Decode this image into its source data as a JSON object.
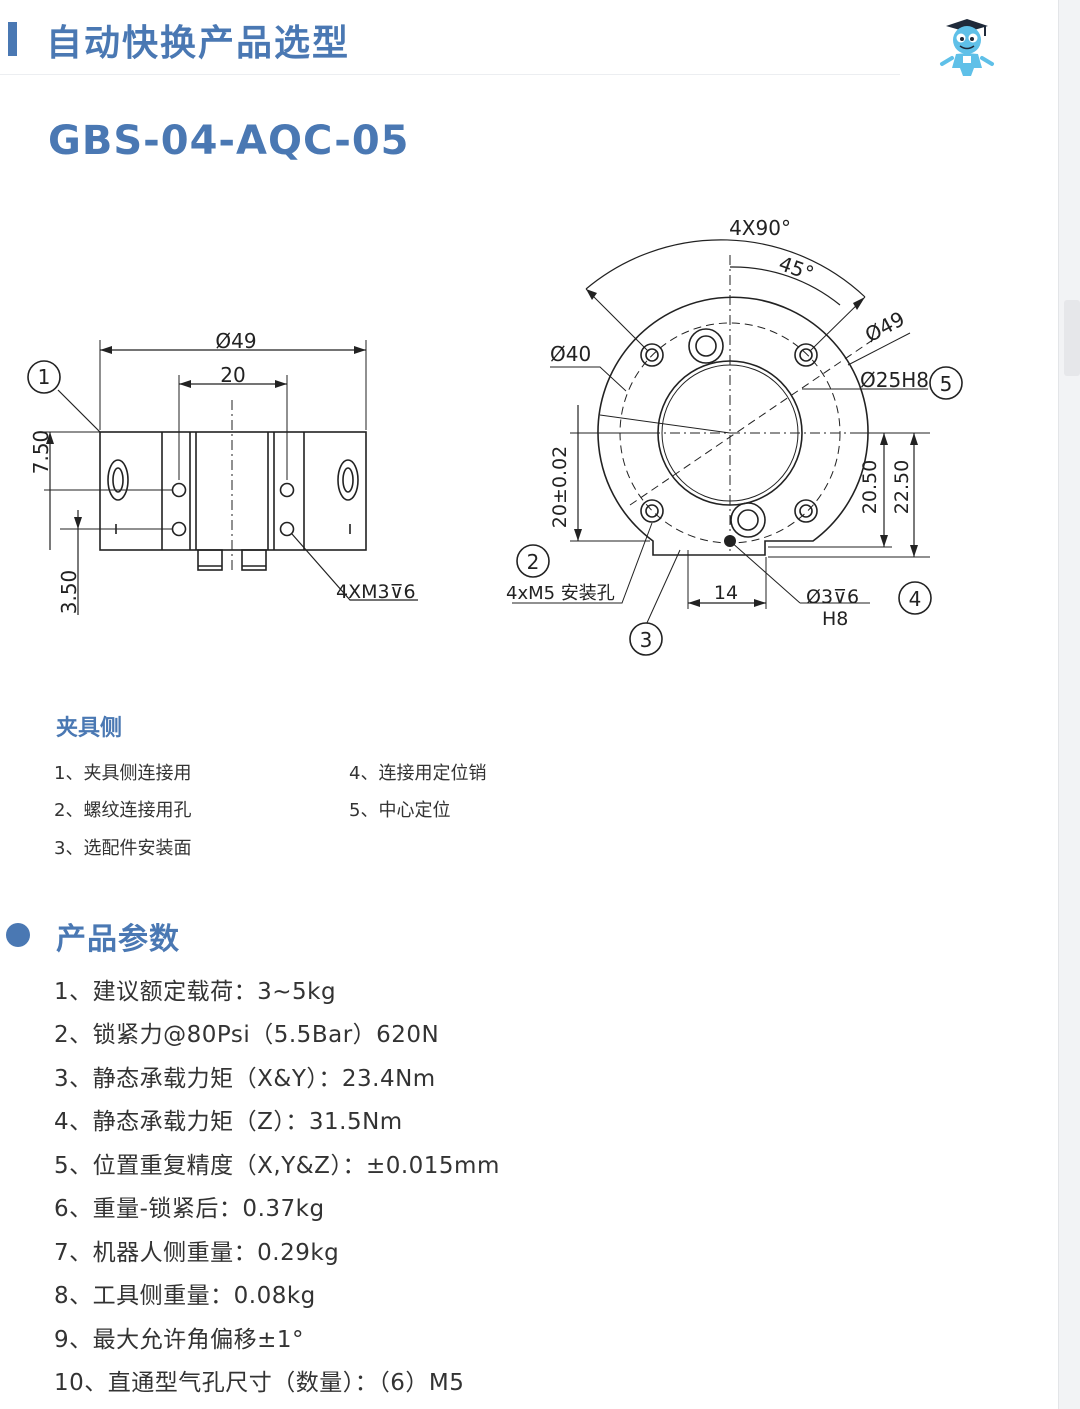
{
  "header": {
    "title": "自动快换产品选型"
  },
  "model": "GBS-04-AQC-05",
  "drawing_left": {
    "dims": {
      "phi49": "Ø49",
      "d20": "20",
      "d750": "7.50",
      "d350": "3.50",
      "thread": "4XM3⊽6"
    },
    "callout1": "1"
  },
  "drawing_right": {
    "angle_outer": "4X90°",
    "angle_inner": "45°",
    "phi40": "Ø40",
    "phi49": "Ø49",
    "phi25": "Ø25H8",
    "d20tol": "20±0.02",
    "d2050": "20.50",
    "d2250": "22.50",
    "d14": "14",
    "pin": "Ø3⊽6",
    "pin_tol": "H8",
    "holes": "4xM5 安装孔",
    "callouts": [
      "2",
      "3",
      "4",
      "5"
    ]
  },
  "legend": {
    "title": "夹具侧",
    "items": [
      "1、夹具侧连接用",
      "2、螺纹连接用孔",
      "3、选配件安装面",
      "4、连接用定位销",
      "5、中心定位"
    ]
  },
  "params": {
    "title": "产品参数",
    "items": [
      "1、建议额定载荷：3~5kg",
      "2、锁紧力@80Psi（5.5Bar）620N",
      "3、静态承载力矩（X&Y）：23.4Nm",
      "4、静态承载力矩（Z）：31.5Nm",
      "5、位置重复精度（X,Y&Z）：±0.015mm",
      "6、重量-锁紧后：0.37kg",
      "7、机器人侧重量：0.29kg",
      "8、工具侧重量：0.08kg",
      "9、最大允许角偏移±1°",
      "10、直通型气孔尺寸（数量）：（6）M5"
    ]
  },
  "colors": {
    "accent": "#4a78b3",
    "text": "#333333",
    "line": "#222222"
  }
}
